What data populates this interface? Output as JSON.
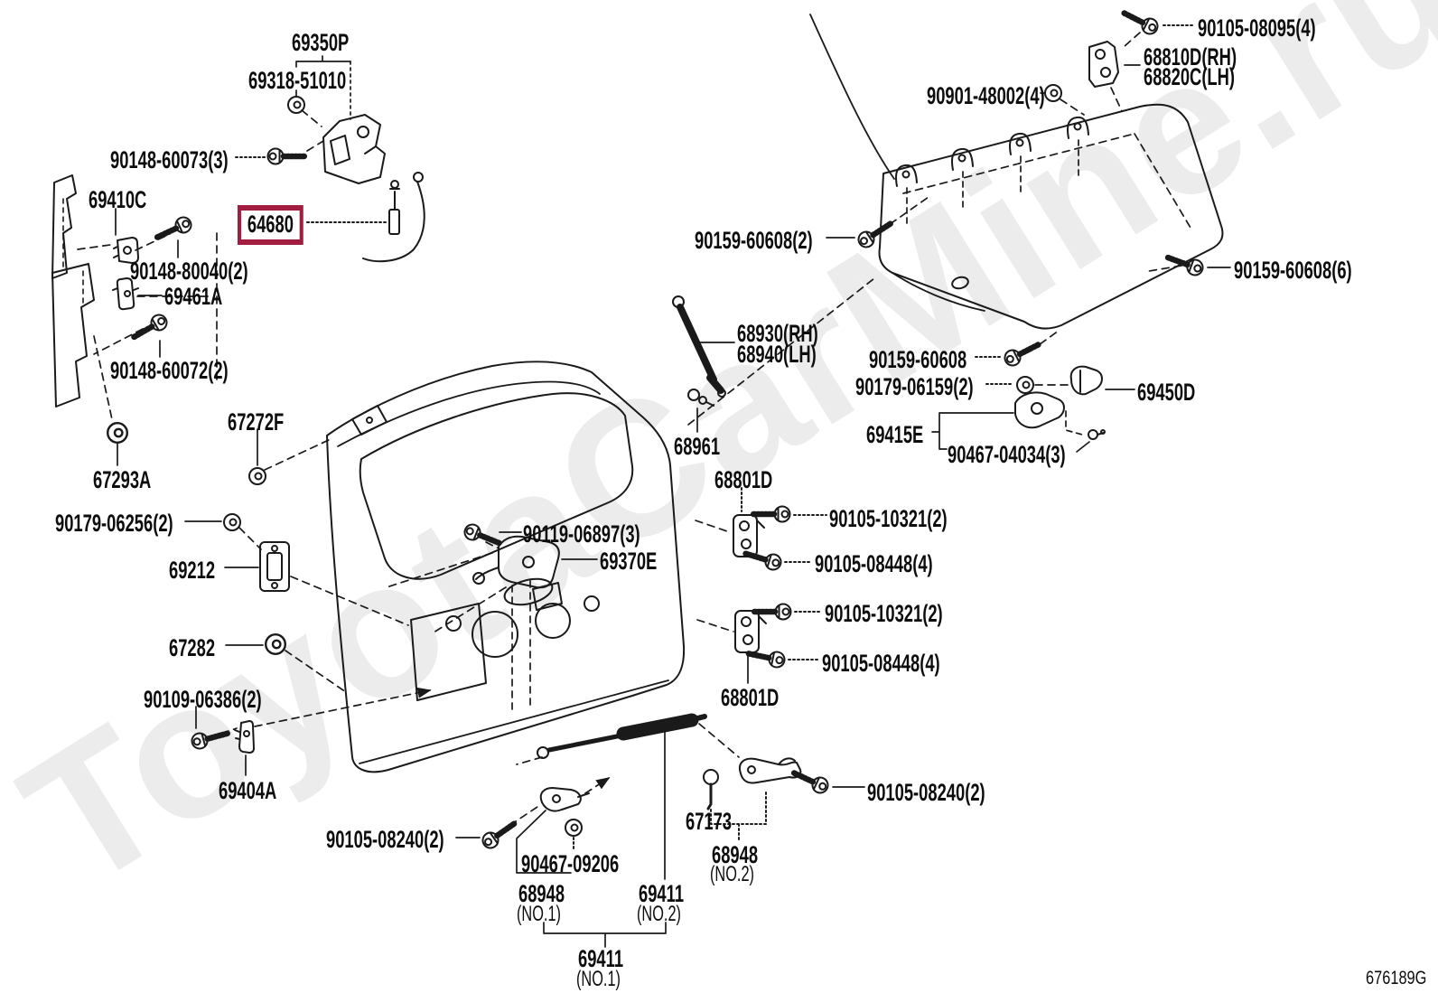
{
  "diagram": {
    "watermark": "ToyotaCarMine.ru",
    "page_code": "676189G",
    "highlighted_part": "64680",
    "highlight_color": "#A21D3F",
    "line_color": "#1a1a1a"
  },
  "labels": [
    {
      "text": "69350P"
    },
    {
      "text": "69318-51010"
    },
    {
      "text": "90148-60073(3)"
    },
    {
      "text": "69410C"
    },
    {
      "text": "64680"
    },
    {
      "text": "90148-80040(2)"
    },
    {
      "text": "69461A"
    },
    {
      "text": "90148-60072(2)"
    },
    {
      "text": "67272F"
    },
    {
      "text": "67293A"
    },
    {
      "text": "90179-06256(2)"
    },
    {
      "text": "69212"
    },
    {
      "text": "67282"
    },
    {
      "text": "90109-06386(2)"
    },
    {
      "text": "69404A"
    },
    {
      "text": "90105-08240(2)"
    },
    {
      "text": "90467-09206"
    },
    {
      "text": "68948"
    },
    {
      "text": "(NO.1)"
    },
    {
      "text": "69411"
    },
    {
      "text": "(NO.2)"
    },
    {
      "text": "69411"
    },
    {
      "text": "(NO.1)"
    },
    {
      "text": "90119-06897(3)"
    },
    {
      "text": "69370E"
    },
    {
      "text": "68930(RH)"
    },
    {
      "text": "68940(LH)"
    },
    {
      "text": "68961"
    },
    {
      "text": "68801D"
    },
    {
      "text": "90105-10321(2)"
    },
    {
      "text": "90105-08448(4)"
    },
    {
      "text": "90105-10321(2)"
    },
    {
      "text": "90105-08448(4)"
    },
    {
      "text": "68801D"
    },
    {
      "text": "67173"
    },
    {
      "text": "68948"
    },
    {
      "text": "(NO.2)"
    },
    {
      "text": "90105-08240(2)"
    },
    {
      "text": "90901-48002(4)"
    },
    {
      "text": "90105-08095(4)"
    },
    {
      "text": "68810D(RH)"
    },
    {
      "text": "68820C(LH)"
    },
    {
      "text": "90159-60608(2)"
    },
    {
      "text": "90159-60608(6)"
    },
    {
      "text": "90159-60608"
    },
    {
      "text": "90179-06159(2)"
    },
    {
      "text": "69450D"
    },
    {
      "text": "69415E"
    },
    {
      "text": "90467-04034(3)"
    },
    {
      "text": "676189G"
    }
  ]
}
